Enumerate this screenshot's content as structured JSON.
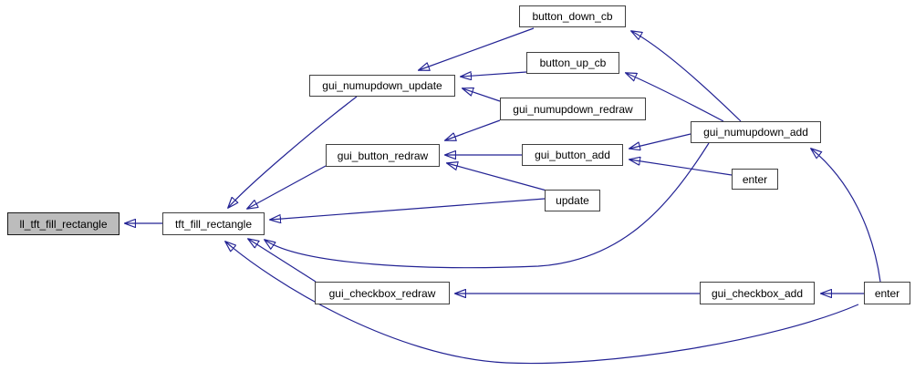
{
  "colors": {
    "edge": "#232394",
    "node_border": "#404040",
    "node_fill": "#ffffff",
    "highlight_fill": "#bcbcbc",
    "background": "#ffffff"
  },
  "diagram": {
    "type": "call-graph",
    "highlighted_node": "ll_tft_fill_rectangle",
    "nodes": [
      {
        "id": "ll-tft-fill-rectangle",
        "label": "ll_tft_fill_rectangle",
        "highlighted": true
      },
      {
        "id": "tft-fill-rectangle",
        "label": "tft_fill_rectangle"
      },
      {
        "id": "gui-numupdown-update",
        "label": "gui_numupdown_update"
      },
      {
        "id": "button-down-cb",
        "label": "button_down_cb"
      },
      {
        "id": "button-up-cb",
        "label": "button_up_cb"
      },
      {
        "id": "gui-numupdown-redraw",
        "label": "gui_numupdown_redraw"
      },
      {
        "id": "gui-button-redraw",
        "label": "gui_button_redraw"
      },
      {
        "id": "gui-button-add",
        "label": "gui_button_add"
      },
      {
        "id": "update",
        "label": "update"
      },
      {
        "id": "gui-numupdown-add",
        "label": "gui_numupdown_add"
      },
      {
        "id": "enter-mid",
        "label": "enter"
      },
      {
        "id": "gui-checkbox-redraw",
        "label": "gui_checkbox_redraw"
      },
      {
        "id": "gui-checkbox-add",
        "label": "gui_checkbox_add"
      },
      {
        "id": "enter-bottom",
        "label": "enter"
      }
    ],
    "edges": [
      {
        "from": "tft_fill_rectangle",
        "to": "ll_tft_fill_rectangle"
      },
      {
        "from": "gui_numupdown_update",
        "to": "tft_fill_rectangle"
      },
      {
        "from": "gui_button_redraw",
        "to": "tft_fill_rectangle"
      },
      {
        "from": "update",
        "to": "tft_fill_rectangle"
      },
      {
        "from": "gui_numupdown_add",
        "to": "tft_fill_rectangle"
      },
      {
        "from": "gui_checkbox_redraw",
        "to": "tft_fill_rectangle"
      },
      {
        "from": "enter_bottom",
        "to": "tft_fill_rectangle"
      },
      {
        "from": "button_down_cb",
        "to": "gui_numupdown_update"
      },
      {
        "from": "button_up_cb",
        "to": "gui_numupdown_update"
      },
      {
        "from": "gui_numupdown_redraw",
        "to": "gui_numupdown_update"
      },
      {
        "from": "gui_numupdown_redraw",
        "to": "gui_button_redraw"
      },
      {
        "from": "gui_button_add",
        "to": "gui_button_redraw"
      },
      {
        "from": "update",
        "to": "gui_button_redraw"
      },
      {
        "from": "gui_numupdown_add",
        "to": "gui_button_add"
      },
      {
        "from": "enter_mid",
        "to": "gui_button_add"
      },
      {
        "from": "gui_numupdown_add",
        "to": "button_down_cb"
      },
      {
        "from": "gui_numupdown_add",
        "to": "button_up_cb"
      },
      {
        "from": "enter_bottom",
        "to": "gui_numupdown_add"
      },
      {
        "from": "enter_bottom",
        "to": "gui_checkbox_add"
      },
      {
        "from": "gui_checkbox_add",
        "to": "gui_checkbox_redraw"
      }
    ]
  }
}
